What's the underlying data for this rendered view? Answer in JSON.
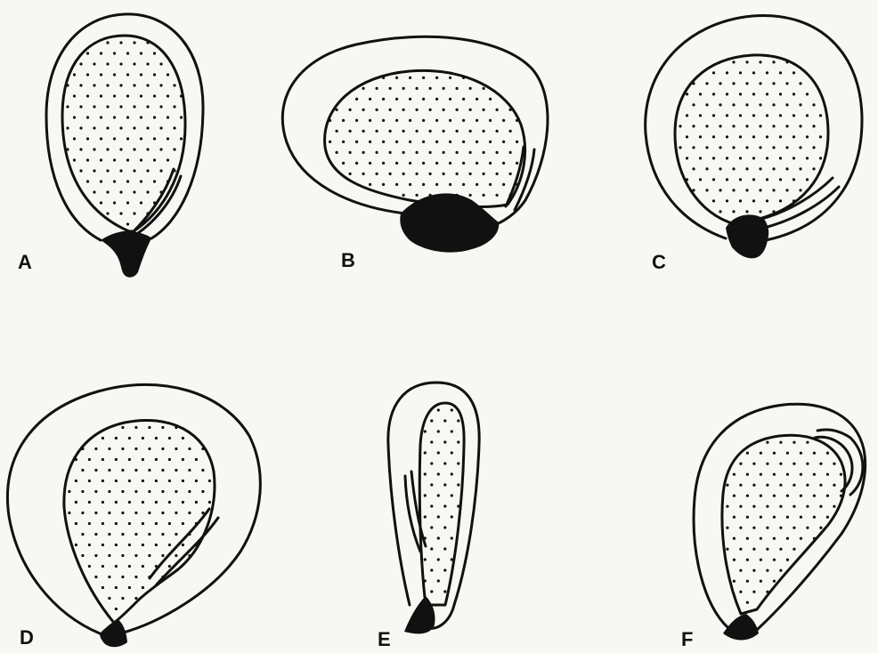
{
  "figure": {
    "panels": [
      {
        "id": "A",
        "label": "A"
      },
      {
        "id": "B",
        "label": "B"
      },
      {
        "id": "C",
        "label": "C"
      },
      {
        "id": "D",
        "label": "D"
      },
      {
        "id": "E",
        "label": "E"
      },
      {
        "id": "F",
        "label": "F"
      }
    ],
    "colors": {
      "background": "#f7f7f3",
      "ink": "#111111"
    }
  }
}
